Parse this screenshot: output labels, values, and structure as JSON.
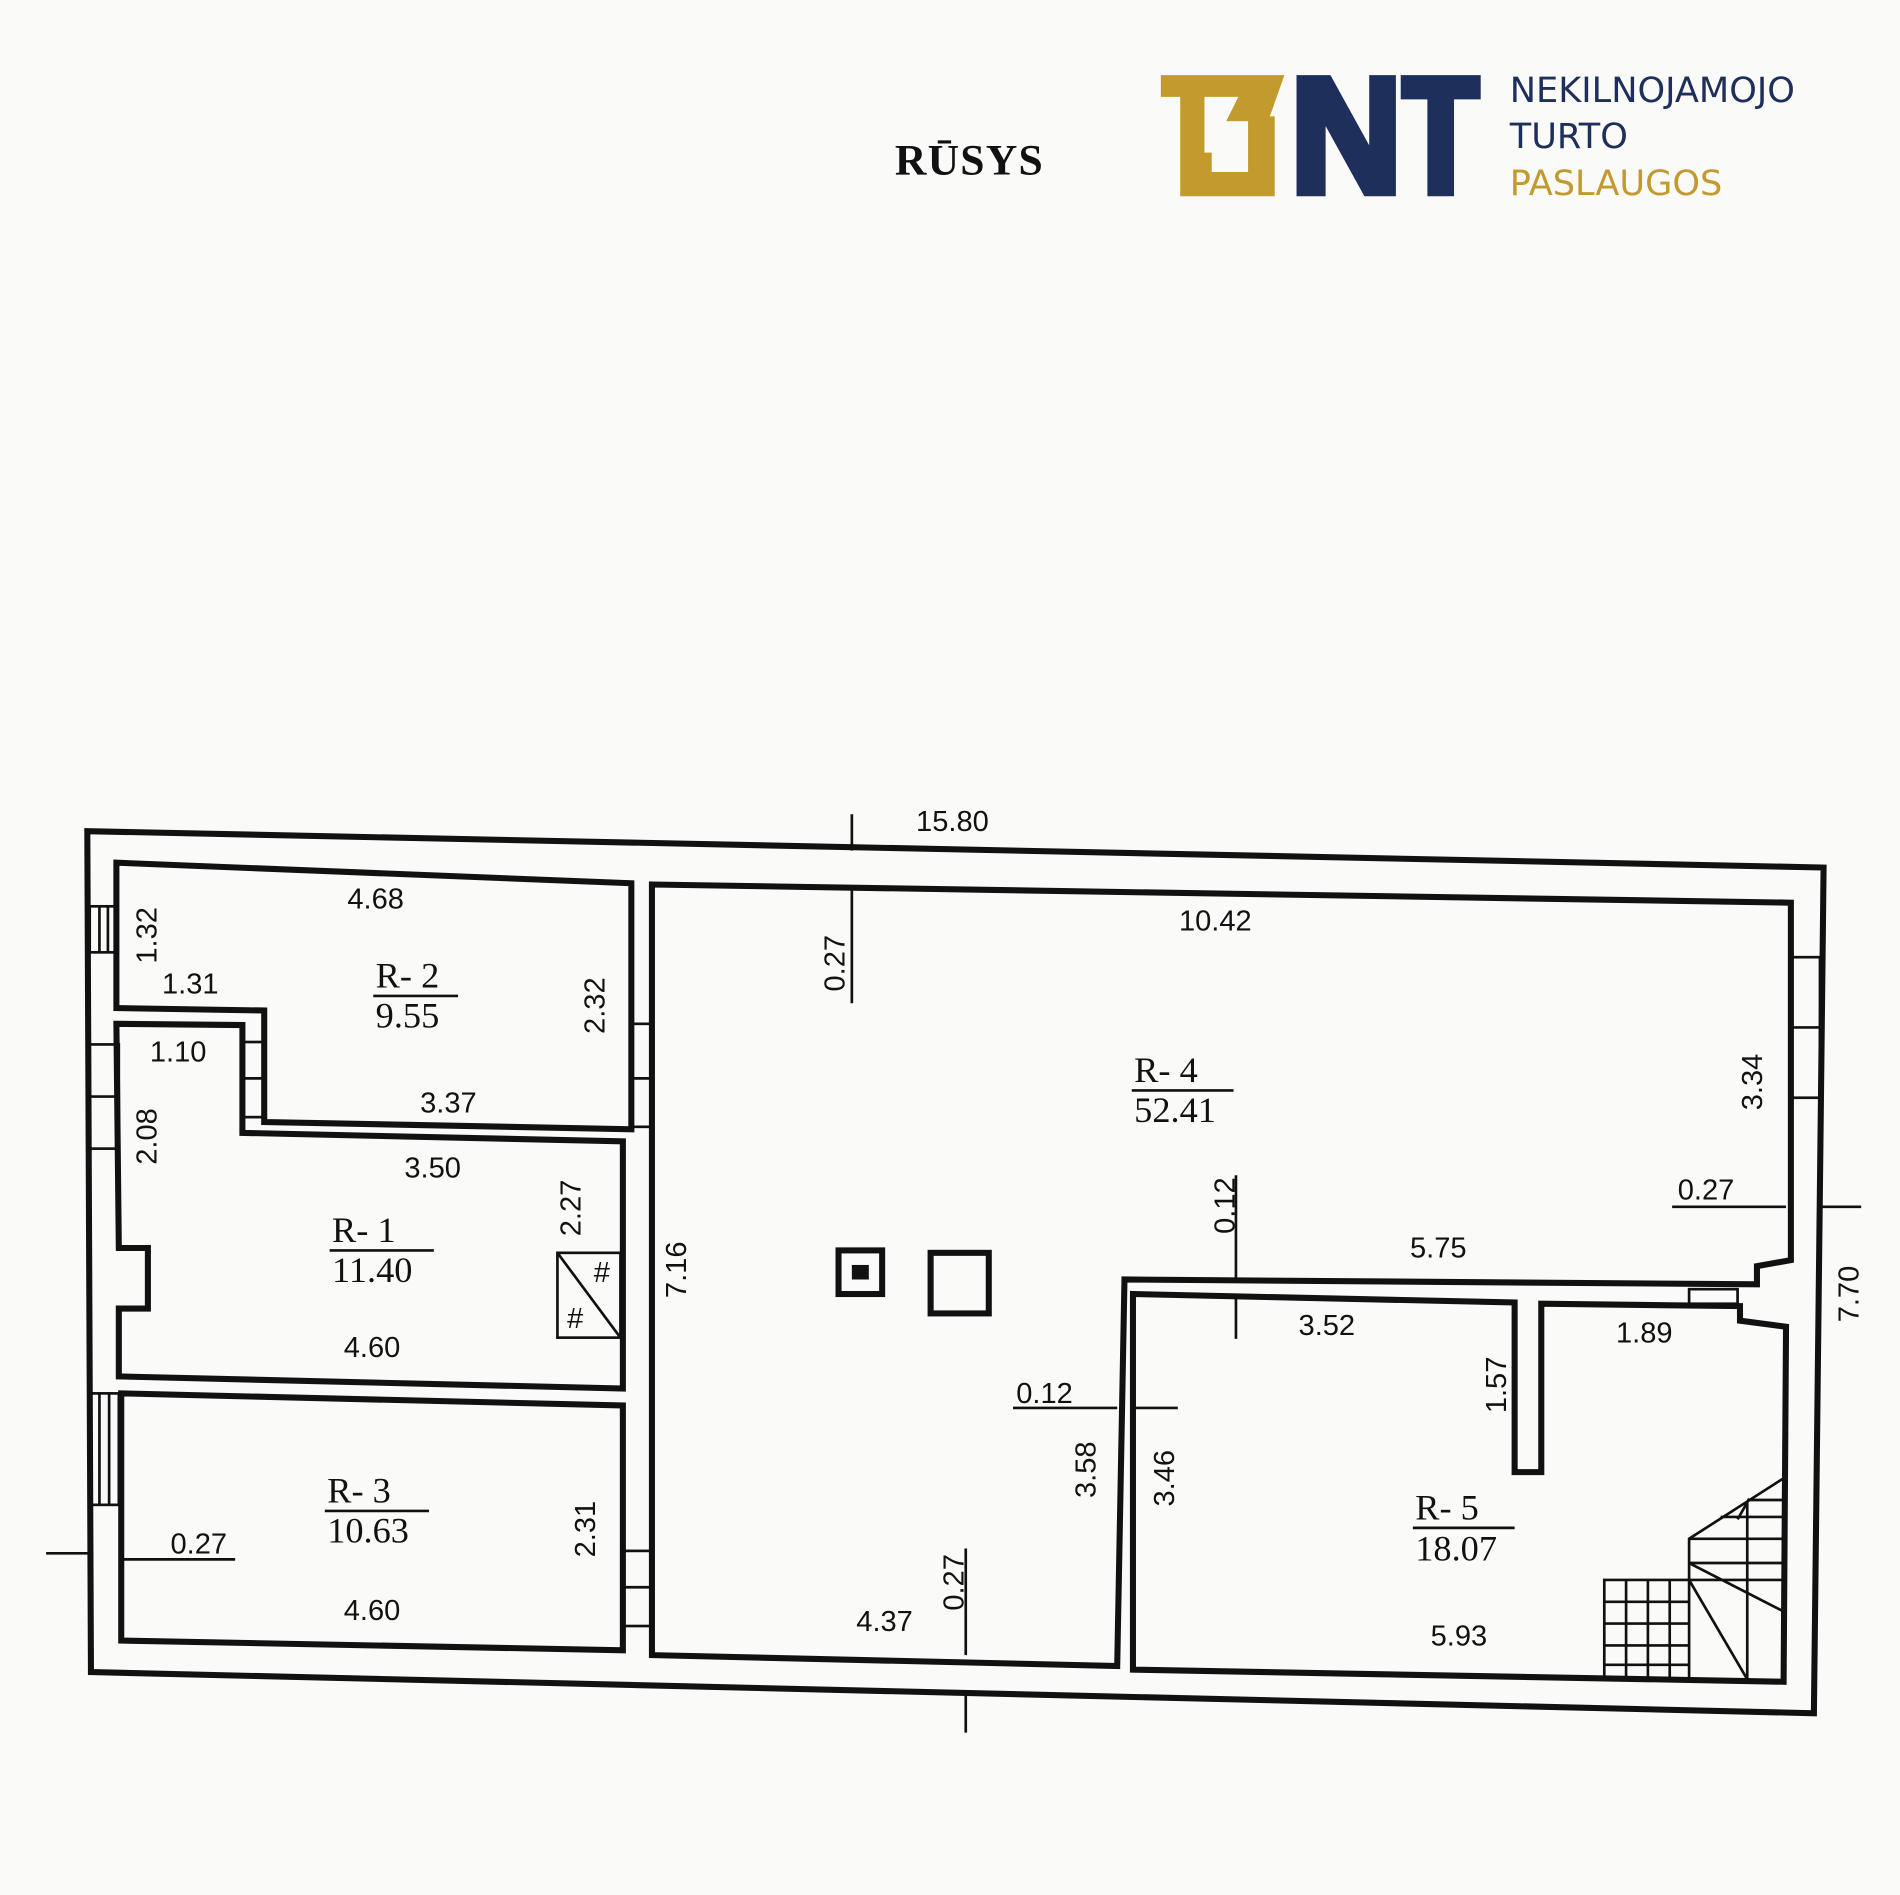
{
  "title": "RŪSYS",
  "logo": {
    "mark": "13NT",
    "line1": "NEKILNOJAMOJO",
    "line2": "TURTO",
    "line3": "PASLAUGOS",
    "gold": "#C39A2E",
    "navy": "#1E2F5C"
  },
  "rooms": [
    {
      "id": "R- 1",
      "area": "11.40"
    },
    {
      "id": "R- 2",
      "area": "9.55"
    },
    {
      "id": "R- 3",
      "area": "10.63"
    },
    {
      "id": "R- 4",
      "area": "52.41"
    },
    {
      "id": "R- 5",
      "area": "18.07"
    }
  ],
  "dims": {
    "total_length": "15.80",
    "r2_top": "4.68",
    "r2_left": "1.32",
    "r2_ledge": "1.31",
    "r2_right": "2.32",
    "r2_bottom": "3.37",
    "r1_ledge": "1.10",
    "r1_left": "2.08",
    "r1_top": "3.50",
    "r1_right": "2.27",
    "r1_bottom": "4.60",
    "r4_left": "7.16",
    "r3_wall": "0.27",
    "r3_right": "2.31",
    "r3_bottom": "4.60",
    "top_wall": "0.27",
    "r4_top": "10.42",
    "r4_right": "3.34",
    "right_wall": "0.27",
    "partition_top": "0.12",
    "r4_lower": "5.75",
    "total_width": "7.70",
    "r5_top_left": "3.52",
    "r5_top_right": "1.89",
    "r5_stub": "1.57",
    "partition_left": "0.12",
    "r4_low_right": "3.58",
    "r5_left": "3.46",
    "bottom_wall": "0.27",
    "r4_bottom": "4.37",
    "r5_bottom": "5.93"
  }
}
